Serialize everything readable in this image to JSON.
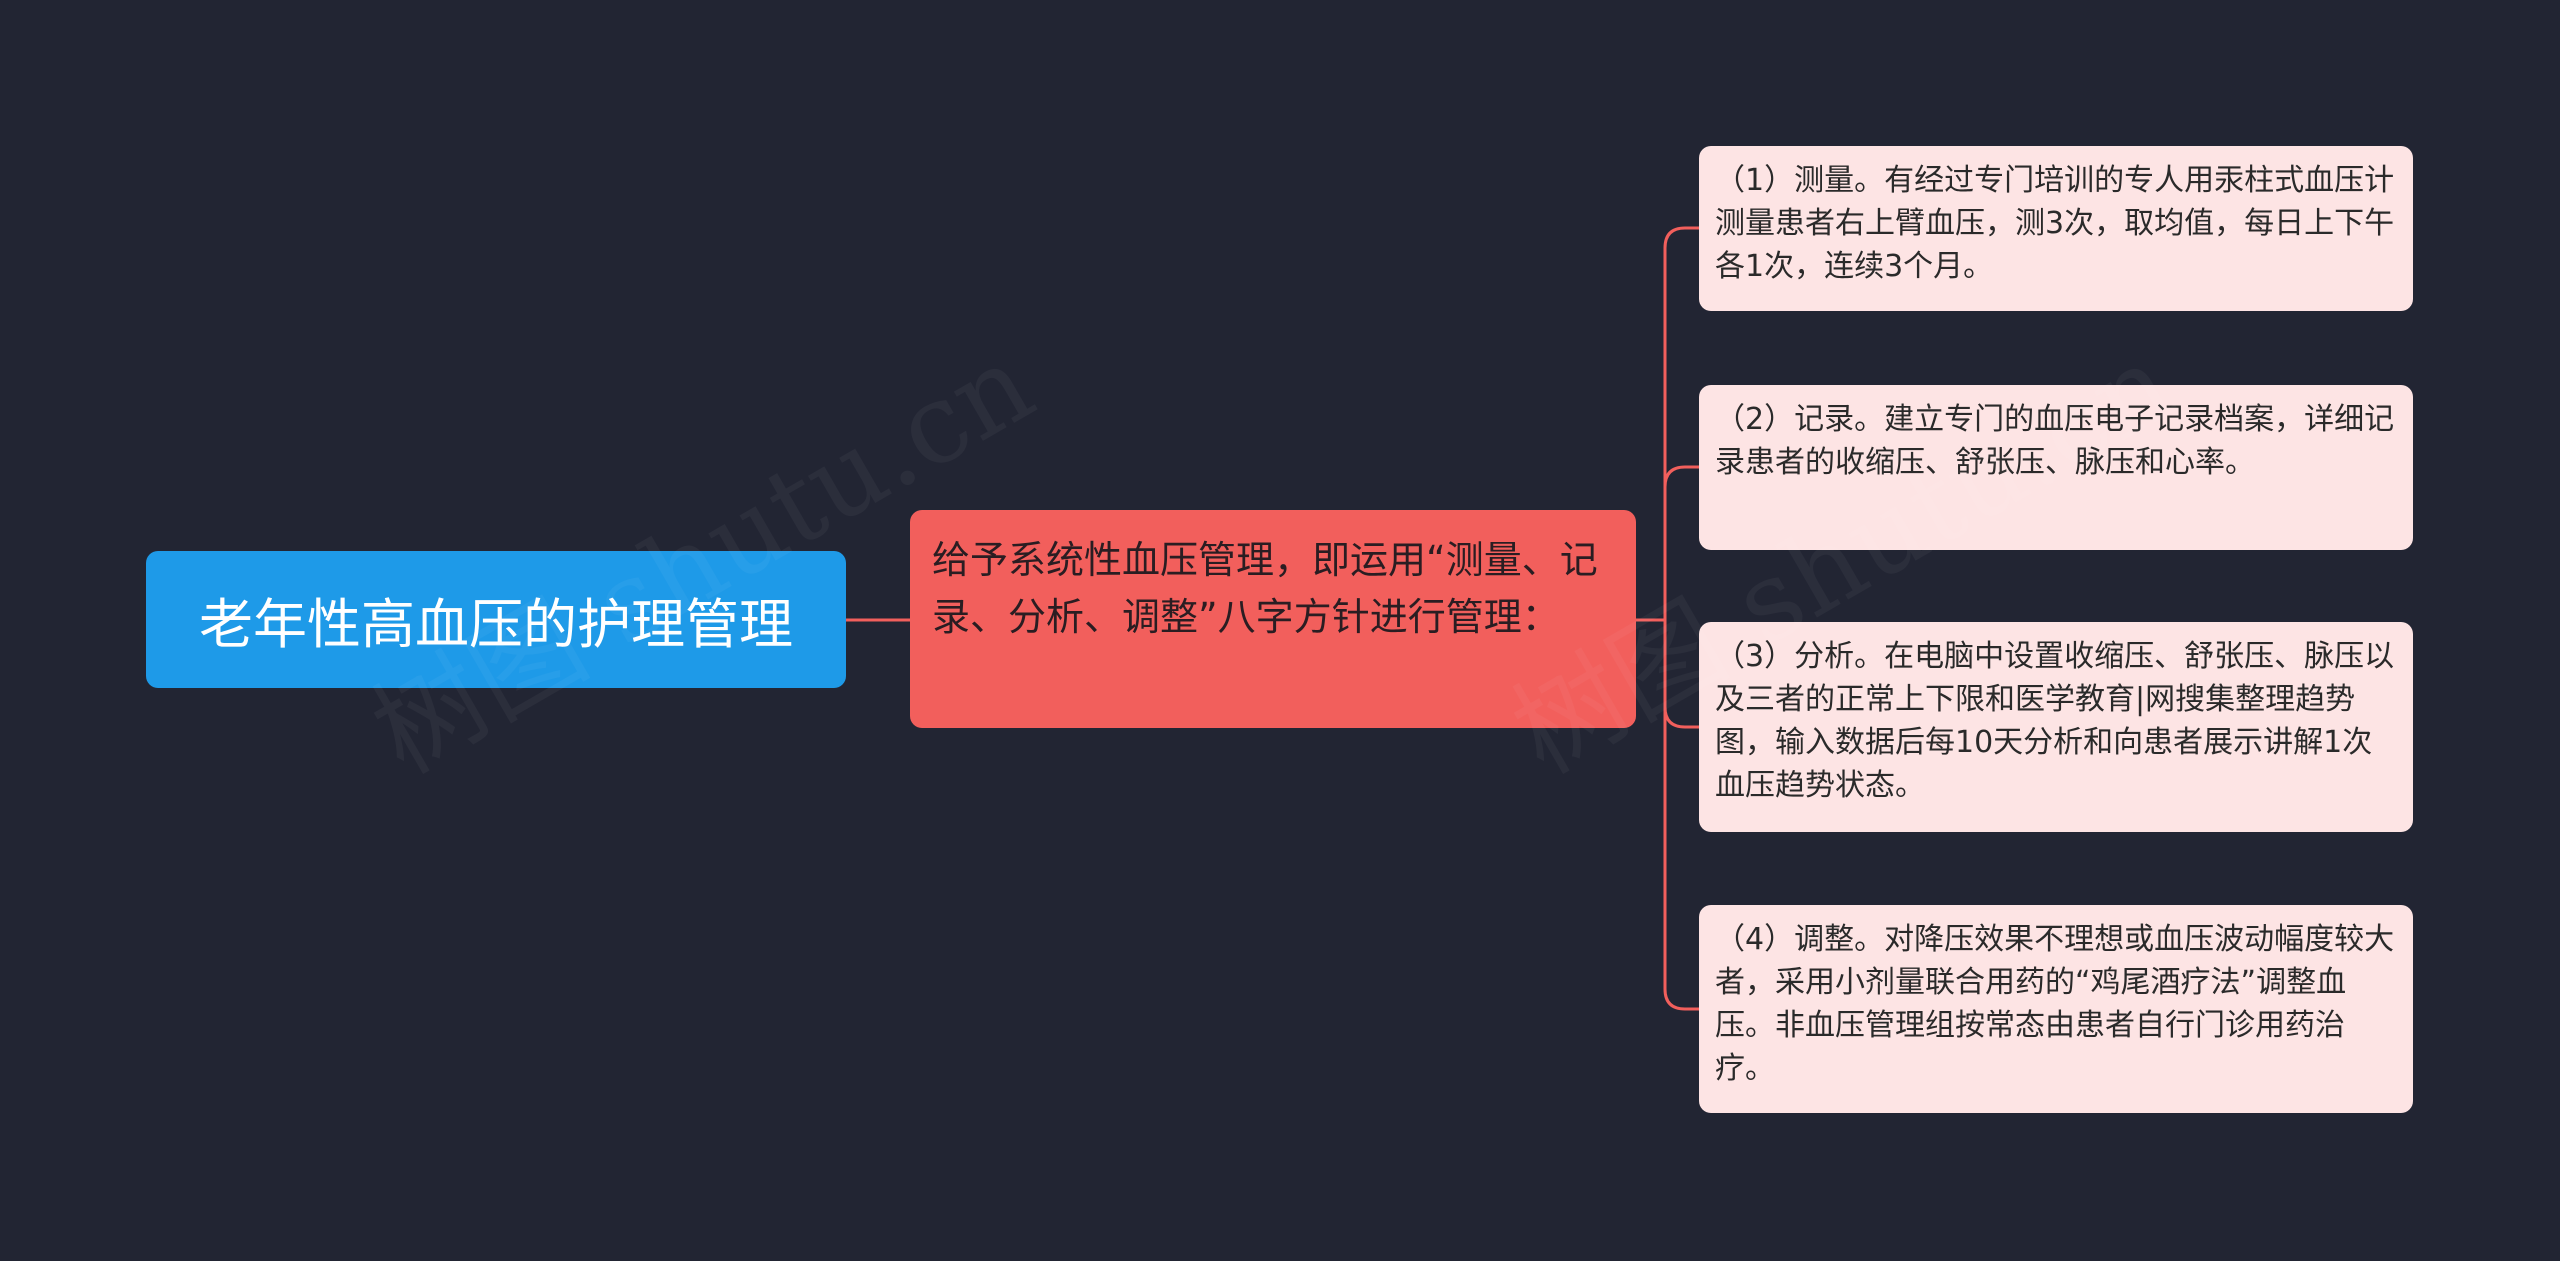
{
  "mindmap": {
    "root": {
      "label": "老年性高血压的护理管理"
    },
    "center": {
      "label": "给予系统性血压管理，即运用“测量、记录、分析、调整”八字方针进行管理："
    },
    "children": [
      {
        "label": "（1）测量。有经过专门培训的专人用汞柱式血压计测量患者右上臂血压，测3次，取均值，每日上下午各1次，连续3个月。"
      },
      {
        "label": "（2）记录。建立专门的血压电子记录档案，详细记录患者的收缩压、舒张压、脉压和心率。"
      },
      {
        "label": "（3）分析。在电脑中设置收缩压、舒张压、脉压以及三者的正常上下限和医学教育|网搜集整理趋势图，输入数据后每10天分析和向患者展示讲解1次血压趋势状态。"
      },
      {
        "label": "（4）调整。对降压效果不理想或血压波动幅度较大者，采用小剂量联合用药的“鸡尾酒疗法”调整血压。非血压管理组按常态由患者自行门诊用药治疗。"
      }
    ]
  },
  "watermark": {
    "text_1": "树图 shutu.cn",
    "text_2": "树图 shutu.cn"
  },
  "colors": {
    "background": "#222533",
    "root_fill": "#1e9ae8",
    "center_fill": "#f25f5c",
    "leaf_fill": "#fde4e4",
    "connector": "#f25f5c"
  }
}
